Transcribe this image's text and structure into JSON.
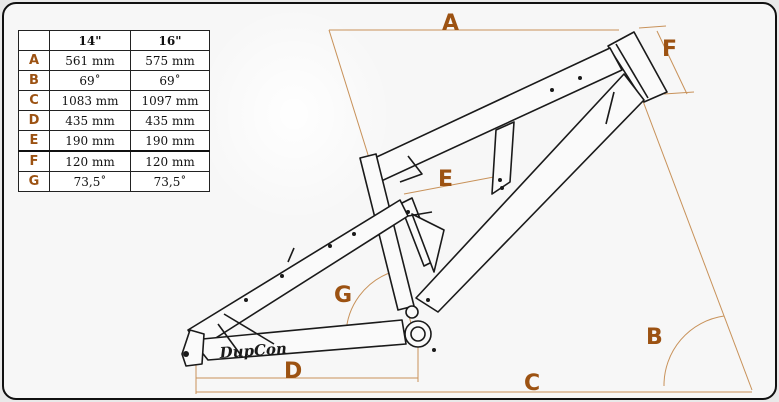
{
  "colors": {
    "accent": "#9c5212",
    "frame_line": "#1a1a1a",
    "dimension_line": "#c8925a"
  },
  "table": {
    "headers": [
      "",
      "14\"",
      "16\""
    ],
    "rows": [
      {
        "key": "A",
        "v14": "561 mm",
        "v16": "575 mm"
      },
      {
        "key": "B",
        "v14": "69˚",
        "v16": "69˚"
      },
      {
        "key": "C",
        "v14": "1083 mm",
        "v16": "1097 mm"
      },
      {
        "key": "D",
        "v14": "435 mm",
        "v16": "435 mm"
      },
      {
        "key": "E",
        "v14": "190 mm",
        "v16": "190 mm"
      },
      {
        "key": "F",
        "v14": "120 mm",
        "v16": "120 mm"
      },
      {
        "key": "G",
        "v14": "73,5˚",
        "v16": "73,5˚"
      }
    ]
  },
  "diagram": {
    "labels": {
      "A": "A",
      "B": "B",
      "C": "C",
      "D": "D",
      "E": "E",
      "F": "F",
      "G": "G"
    },
    "brand_text": "DupCon"
  }
}
